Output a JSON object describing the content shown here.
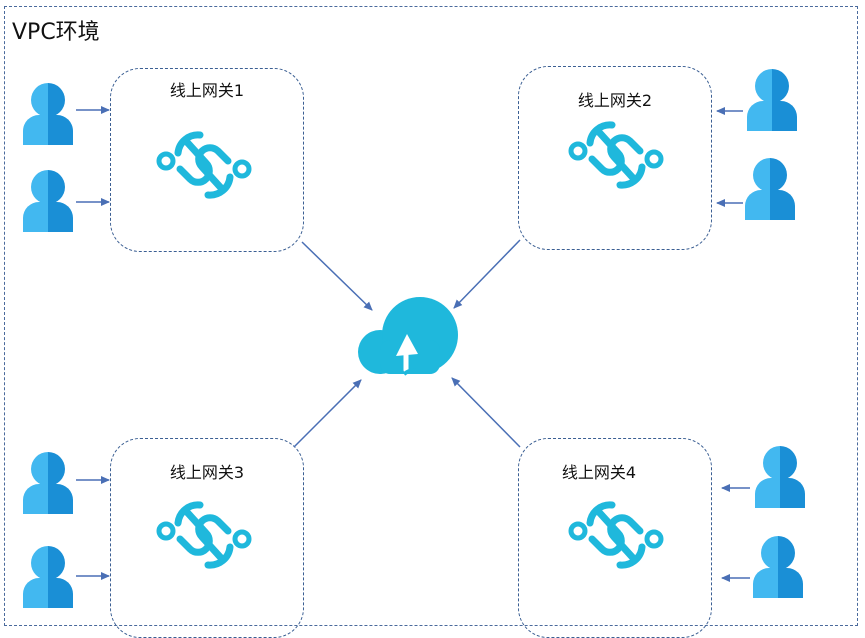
{
  "vpc": {
    "title": "VPC环境"
  },
  "gateways": [
    {
      "label": "线上网关1"
    },
    {
      "label": "线上网关2"
    },
    {
      "label": "线上网关3"
    },
    {
      "label": "线上网关4"
    }
  ],
  "icons": {
    "gateway": "gateway-link-icon",
    "user": "user-icon",
    "cloud": "cloud-upload-icon"
  },
  "colors": {
    "icon_cyan": "#1fb8dc",
    "user_light": "#42b8f0",
    "user_dark": "#1a8fd6",
    "arrow": "#4a6fb5",
    "border": "#3b5f93"
  }
}
